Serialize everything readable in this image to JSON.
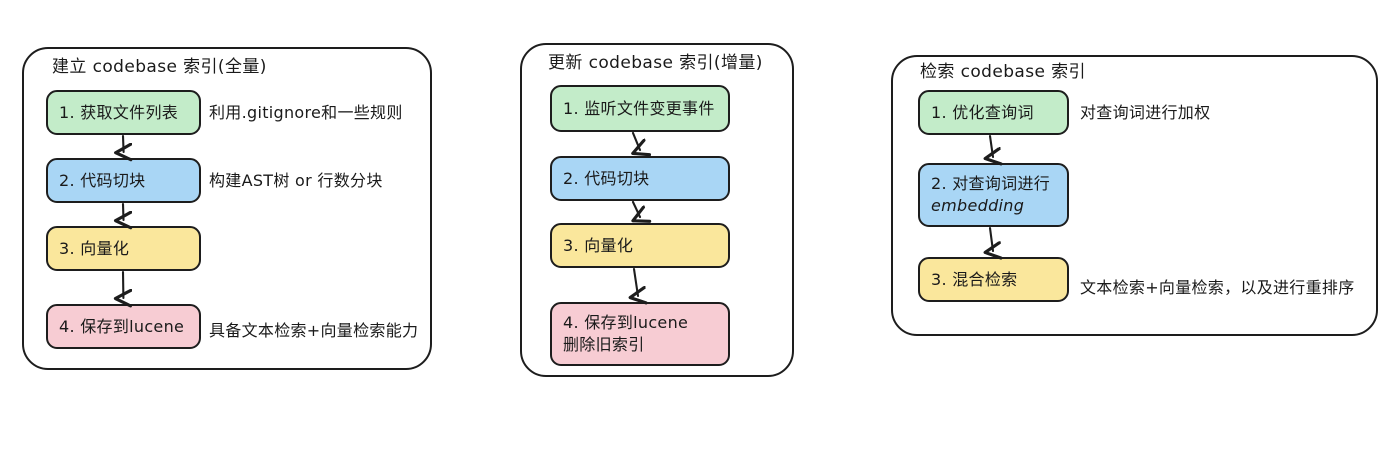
{
  "diagram": {
    "title_hidden": "codebase index pipeline",
    "colors": {
      "green": "#c3ecc9",
      "blue": "#a9d6f5",
      "yellow": "#fae79c",
      "pink": "#f7ccd3",
      "stroke": "#1d1d1d",
      "background": "#ffffff"
    }
  },
  "panels": [
    {
      "id": "build-index",
      "title": "建立 codebase 索引(全量)",
      "nodes": [
        {
          "id": "p1-n1",
          "label": "1. 获取文件列表",
          "color": "green"
        },
        {
          "id": "p1-n2",
          "label": "2. 代码切块",
          "color": "blue"
        },
        {
          "id": "p1-n3",
          "label": "3. 向量化",
          "color": "yellow"
        },
        {
          "id": "p1-n4",
          "label": "4. 保存到lucene",
          "color": "pink"
        }
      ],
      "notes": [
        {
          "id": "p1-note1",
          "text": "利用.gitignore和一些规则"
        },
        {
          "id": "p1-note2",
          "text": "构建AST树 or 行数分块"
        },
        {
          "id": "p1-note4",
          "text": "具备文本检索+向量检索能力"
        }
      ]
    },
    {
      "id": "update-index",
      "title": "更新 codebase 索引(增量)",
      "nodes": [
        {
          "id": "p2-n1",
          "label": "1. 监听文件变更事件",
          "color": "green"
        },
        {
          "id": "p2-n2",
          "label": "2. 代码切块",
          "color": "blue"
        },
        {
          "id": "p2-n3",
          "label": "3. 向量化",
          "color": "yellow"
        },
        {
          "id": "p2-n4",
          "label": "4. 保存到lucene",
          "label2": "删除旧索引",
          "color": "pink"
        }
      ],
      "notes": []
    },
    {
      "id": "search-index",
      "title": "检索 codebase 索引",
      "nodes": [
        {
          "id": "p3-n1",
          "label": "1. 优化查询词",
          "color": "green"
        },
        {
          "id": "p3-n2",
          "label": "2. 对查询词进行",
          "label2": "embedding",
          "color": "blue"
        },
        {
          "id": "p3-n3",
          "label": "3. 混合检索",
          "color": "yellow"
        }
      ],
      "notes": [
        {
          "id": "p3-note1",
          "text": "对查询词进行加权"
        },
        {
          "id": "p3-note3",
          "text": "文本检索+向量检索，以及进行重排序"
        }
      ]
    }
  ]
}
